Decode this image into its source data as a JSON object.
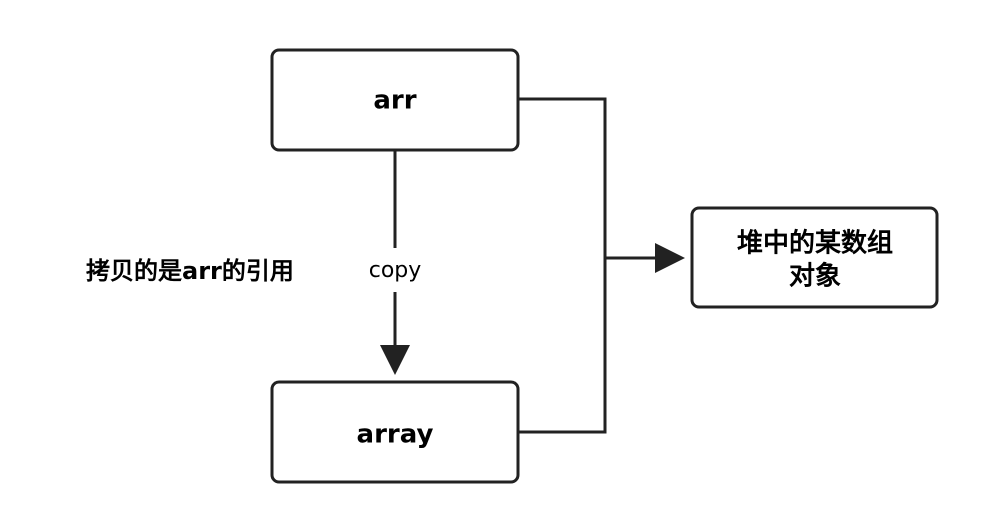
{
  "nodes": {
    "arr": "arr",
    "array": "array",
    "heap_line1": "堆中的某数组",
    "heap_line2": "对象"
  },
  "edges": {
    "copy": "copy"
  },
  "note": "拷贝的是arr的引用",
  "colors": {
    "stroke": "#222222",
    "background": "#ffffff",
    "text": "#000000"
  }
}
